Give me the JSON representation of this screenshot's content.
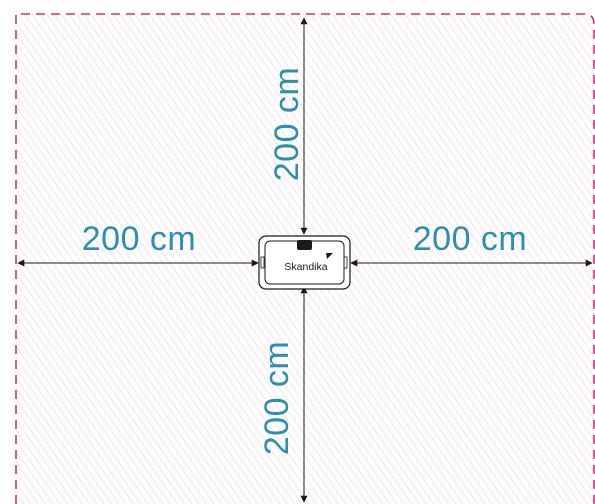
{
  "diagram": {
    "labels": {
      "top": "200 cm",
      "left": "200 cm",
      "right": "200 cm",
      "bottom": "200 cm"
    },
    "device": {
      "brand": "Skandika"
    },
    "colors": {
      "zone_border": "#d6336c",
      "zone_hatch": "#f4c6d3",
      "dimension_text": "#2a8fb0",
      "dimension_line": "#1a1a1a"
    },
    "icons": {
      "brand_logo": "skandika-logo-mark"
    }
  }
}
